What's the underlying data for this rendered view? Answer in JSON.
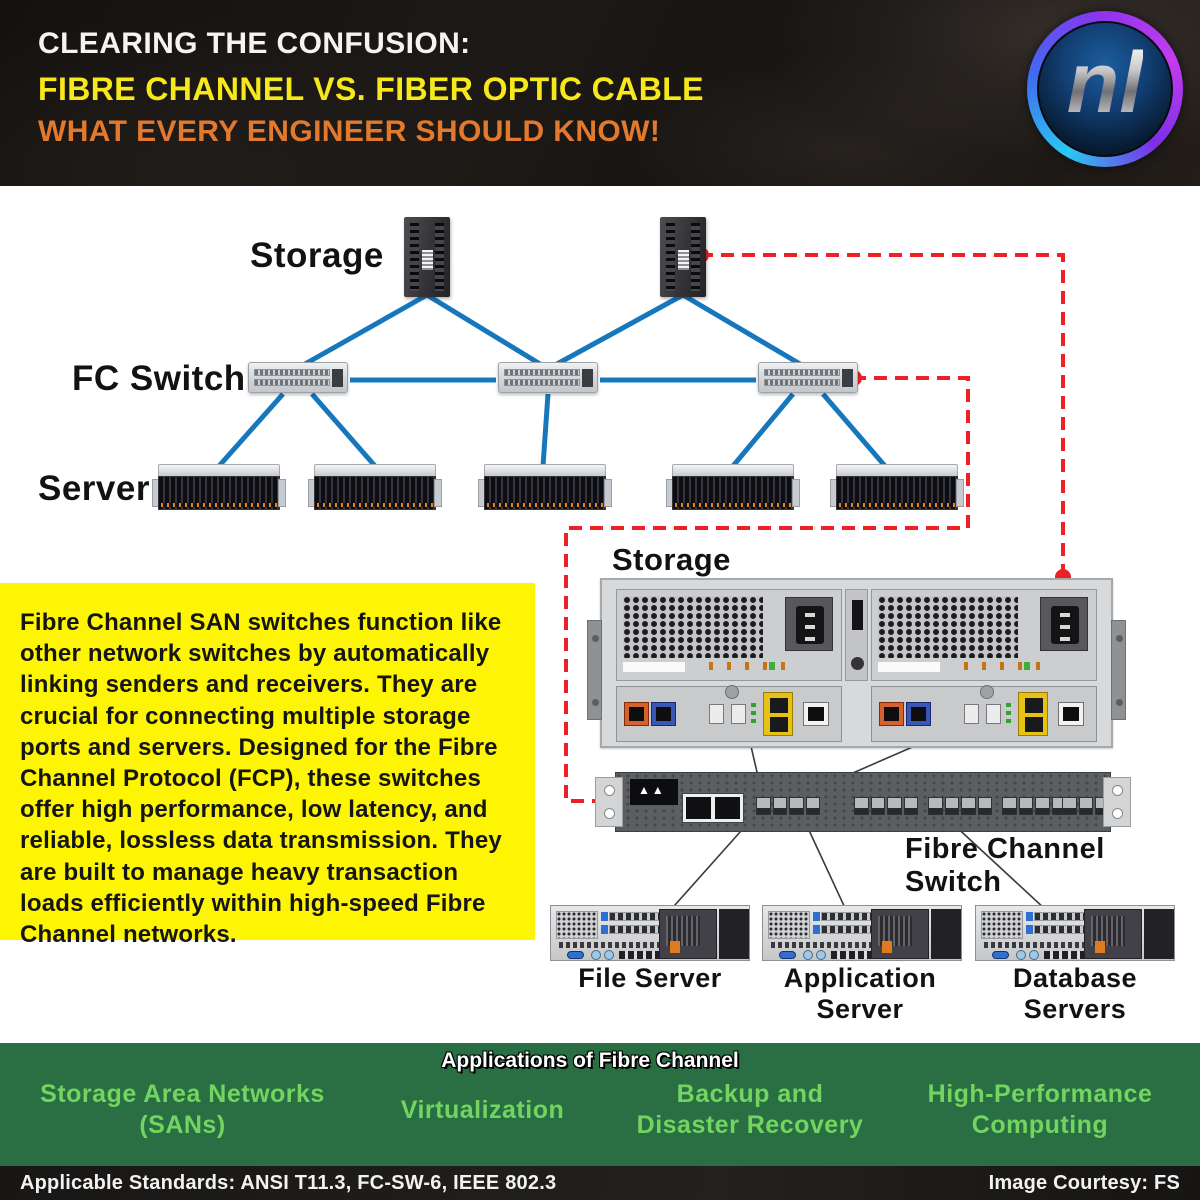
{
  "header": {
    "line1": "CLEARING THE CONFUSION:",
    "line2": "FIBRE CHANNEL VS. FIBER OPTIC CABLE",
    "line3": "WHAT EVERY ENGINEER SHOULD KNOW!",
    "logo_text": "nl"
  },
  "diagram": {
    "storage_label": "Storage",
    "fc_switch_label": "FC Switch",
    "server_label": "Server"
  },
  "detail": {
    "storage_label": "Storage",
    "switch_label": "Fibre Channel Switch",
    "file_server_label": "File Server",
    "application_server_label": "Application\nServer",
    "database_servers_label": "Database\nServers"
  },
  "info_box": {
    "text": "Fibre Channel SAN switches function like other network switches by automatically linking senders and receivers. They are crucial for connecting multiple storage ports and servers. Designed for the Fibre Channel Protocol (FCP), these switches offer high performance, low latency, and reliable, lossless data transmission. They are built to manage heavy transaction loads efficiently within high-speed Fibre Channel networks."
  },
  "applications": {
    "heading": "Applications of Fibre Channel",
    "items": [
      {
        "label": "Storage Area Networks\n(SANs)"
      },
      {
        "label": "Virtualization"
      },
      {
        "label": "Backup and\nDisaster Recovery"
      },
      {
        "label": "High-Performance\nComputing"
      }
    ]
  },
  "footer": {
    "standards": "Applicable Standards: ANSI T11.3, FC-SW-6, IEEE 802.3",
    "courtesy": "Image Courtesy: FS"
  },
  "colors": {
    "title_yellow": "#f7e81b",
    "title_orange": "#e2792c",
    "link_blue": "#1777bd",
    "dashed_red": "#ec2027",
    "info_yellow": "#fdf502",
    "band_green": "#2a6f44",
    "item_green": "#72d55f"
  }
}
